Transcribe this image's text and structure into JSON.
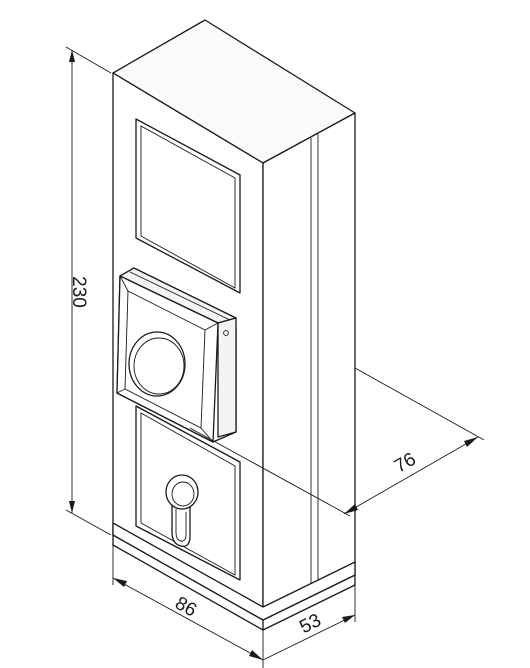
{
  "drawing": {
    "subject": "",
    "dimensions": {
      "height": "230",
      "width": "86",
      "depth": "53",
      "wall_offset": "76"
    }
  }
}
